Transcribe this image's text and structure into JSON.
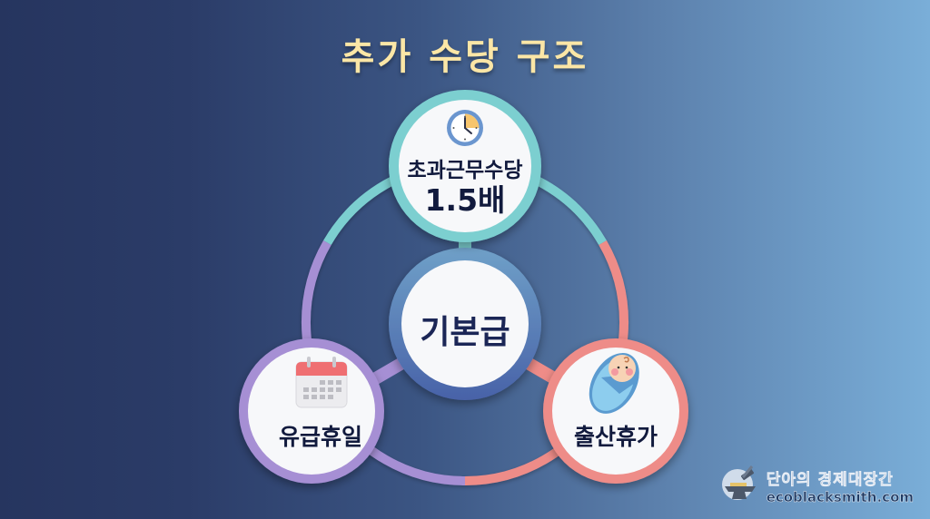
{
  "title": "추가 수당 구조",
  "colors": {
    "title": "#fbe6a6",
    "teal": "#7ccfd0",
    "purple": "#a68fd4",
    "pink": "#ee8c88",
    "center_ring": "#4f6fae",
    "node_fill": "#f7f8fa",
    "label_text": "#111a3d"
  },
  "center_node": {
    "label": "기본급"
  },
  "nodes": [
    {
      "position": "top",
      "icon": "clock-icon",
      "label": "초과근무수당",
      "sublabel": "1.5배",
      "color": "#7ccfd0"
    },
    {
      "position": "bottom-left",
      "icon": "calendar-icon",
      "label": "유급휴일",
      "color": "#a68fd4"
    },
    {
      "position": "bottom-right",
      "icon": "baby-icon",
      "label": "출산휴가",
      "color": "#ee8c88"
    }
  ],
  "watermark": {
    "icon": "anvil-hammer-icon",
    "title": "단아의 경제대장간",
    "url": "ecoblacksmith.com"
  }
}
